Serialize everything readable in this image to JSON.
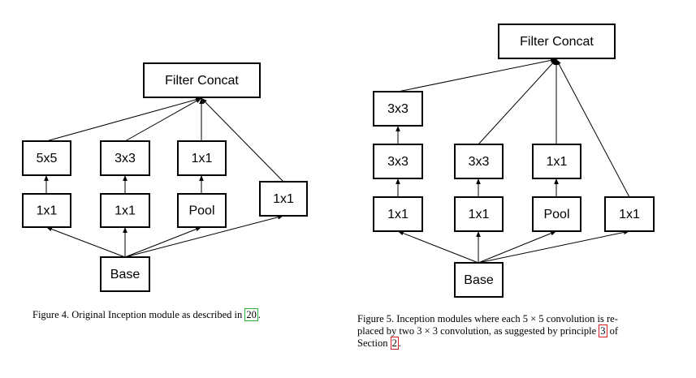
{
  "figure4": {
    "nodes": {
      "filter_concat": "Filter Concat",
      "conv5x5": "5x5",
      "conv3x3": "3x3",
      "conv1x1_top": "1x1",
      "conv1x1_single": "1x1",
      "conv1x1_a": "1x1",
      "conv1x1_b": "1x1",
      "pool": "Pool",
      "base": "Base"
    },
    "caption": {
      "prefix": "Figure 4. Original Inception module as described in ",
      "ref": "20",
      "suffix": "."
    }
  },
  "figure5": {
    "nodes": {
      "filter_concat": "Filter Concat",
      "conv3x3_top": "3x3",
      "conv3x3_mid": "3x3",
      "conv3x3_b": "3x3",
      "conv1x1_top": "1x1",
      "conv1x1_a": "1x1",
      "conv1x1_b": "1x1",
      "pool": "Pool",
      "conv1x1_single": "1x1",
      "base": "Base"
    },
    "caption": {
      "line1": "Figure 5. Inception modules where each 5 × 5 convolution is re-",
      "line2_prefix": "placed by two 3 × 3 convolution, as suggested by principle ",
      "line2_ref": "3",
      "line2_suffix": " of",
      "line3_prefix": "Section ",
      "line3_ref": "2",
      "line3_suffix": "."
    }
  },
  "colors": {
    "stroke": "#000000",
    "ref_green": "#2fae35",
    "ref_red": "#d92020"
  }
}
